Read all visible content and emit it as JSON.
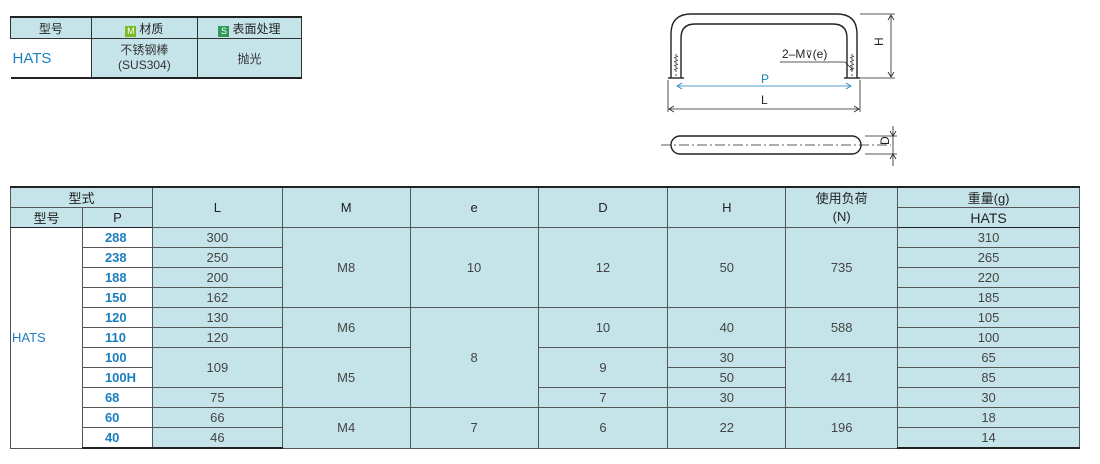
{
  "material_table": {
    "headers": {
      "model": "型号",
      "material_mark": "M",
      "material": "材质",
      "surface_mark": "S",
      "surface": "表面处理"
    },
    "row": {
      "model": "HATS",
      "material_line1": "不锈钢棒",
      "material_line2": "(SUS304)",
      "surface": "抛光"
    }
  },
  "drawing": {
    "label_thread": "2–M",
    "label_e": "(e)",
    "label_H": "H",
    "label_P": "P",
    "label_L": "L",
    "label_D": "D"
  },
  "spec_table": {
    "headers": {
      "form": "型式",
      "model": "型号",
      "P": "P",
      "L": "L",
      "M": "M",
      "e": "e",
      "D": "D",
      "H": "H",
      "load": "使用负荷",
      "load_unit": "(N)",
      "weight": "重量(g)",
      "weight_sub": "HATS"
    },
    "model": "HATS",
    "P": [
      "288",
      "238",
      "188",
      "150",
      "120",
      "110",
      "100",
      "100H",
      "68",
      "60",
      "40"
    ],
    "L": [
      "300",
      "250",
      "200",
      "162",
      "130",
      "120",
      "109",
      "75",
      "66",
      "46"
    ],
    "M": [
      "M8",
      "M6",
      "M5",
      "M4"
    ],
    "e": [
      "10",
      "8",
      "7"
    ],
    "D": [
      "12",
      "10",
      "9",
      "7",
      "6"
    ],
    "H": [
      "50",
      "40",
      "30",
      "50",
      "30",
      "22"
    ],
    "load": [
      "735",
      "588",
      "441",
      "196"
    ],
    "weight": [
      "310",
      "265",
      "220",
      "185",
      "105",
      "100",
      "65",
      "85",
      "30",
      "18",
      "14"
    ]
  },
  "colors": {
    "accent_blue": "#1a7fc1",
    "header_tint": "#c5e4ea",
    "mark_green": "#7cb820",
    "mark_dark_green": "#2f9a5a"
  }
}
